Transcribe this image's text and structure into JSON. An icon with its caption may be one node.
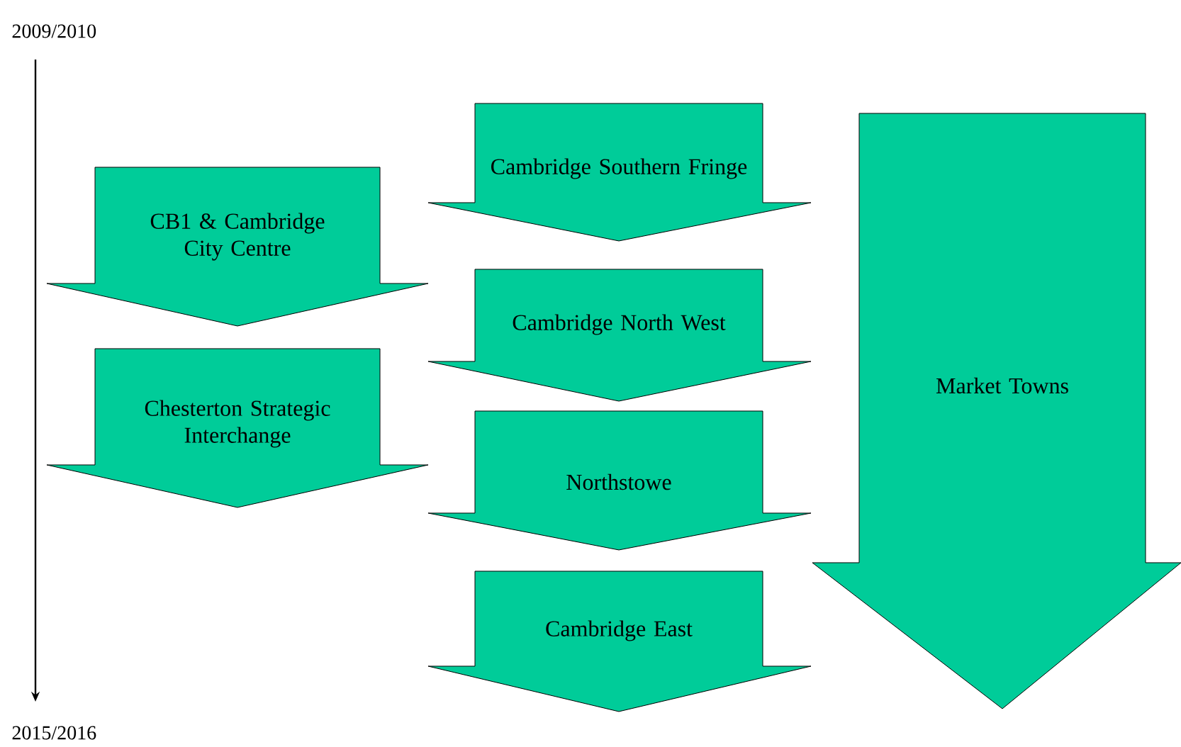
{
  "diagram": {
    "nodes": [
      {
        "text": [
          "CB1 & Cambridge City Centre"
        ]
      },
      {
        "text": [
          "Chesterton Strategic Interchange"
        ]
      },
      {
        "text": [
          "Cambridge Southern Fringe"
        ]
      },
      {
        "text": [
          "Cambridge North West"
        ]
      },
      {
        "text": [
          "Northstowe"
        ]
      },
      {
        "text": [
          "Cambridge East"
        ]
      },
      {
        "text": [
          "Market Towns"
        ]
      }
    ],
    "labels": [
      "2009/2010",
      "2015/2016"
    ]
  }
}
